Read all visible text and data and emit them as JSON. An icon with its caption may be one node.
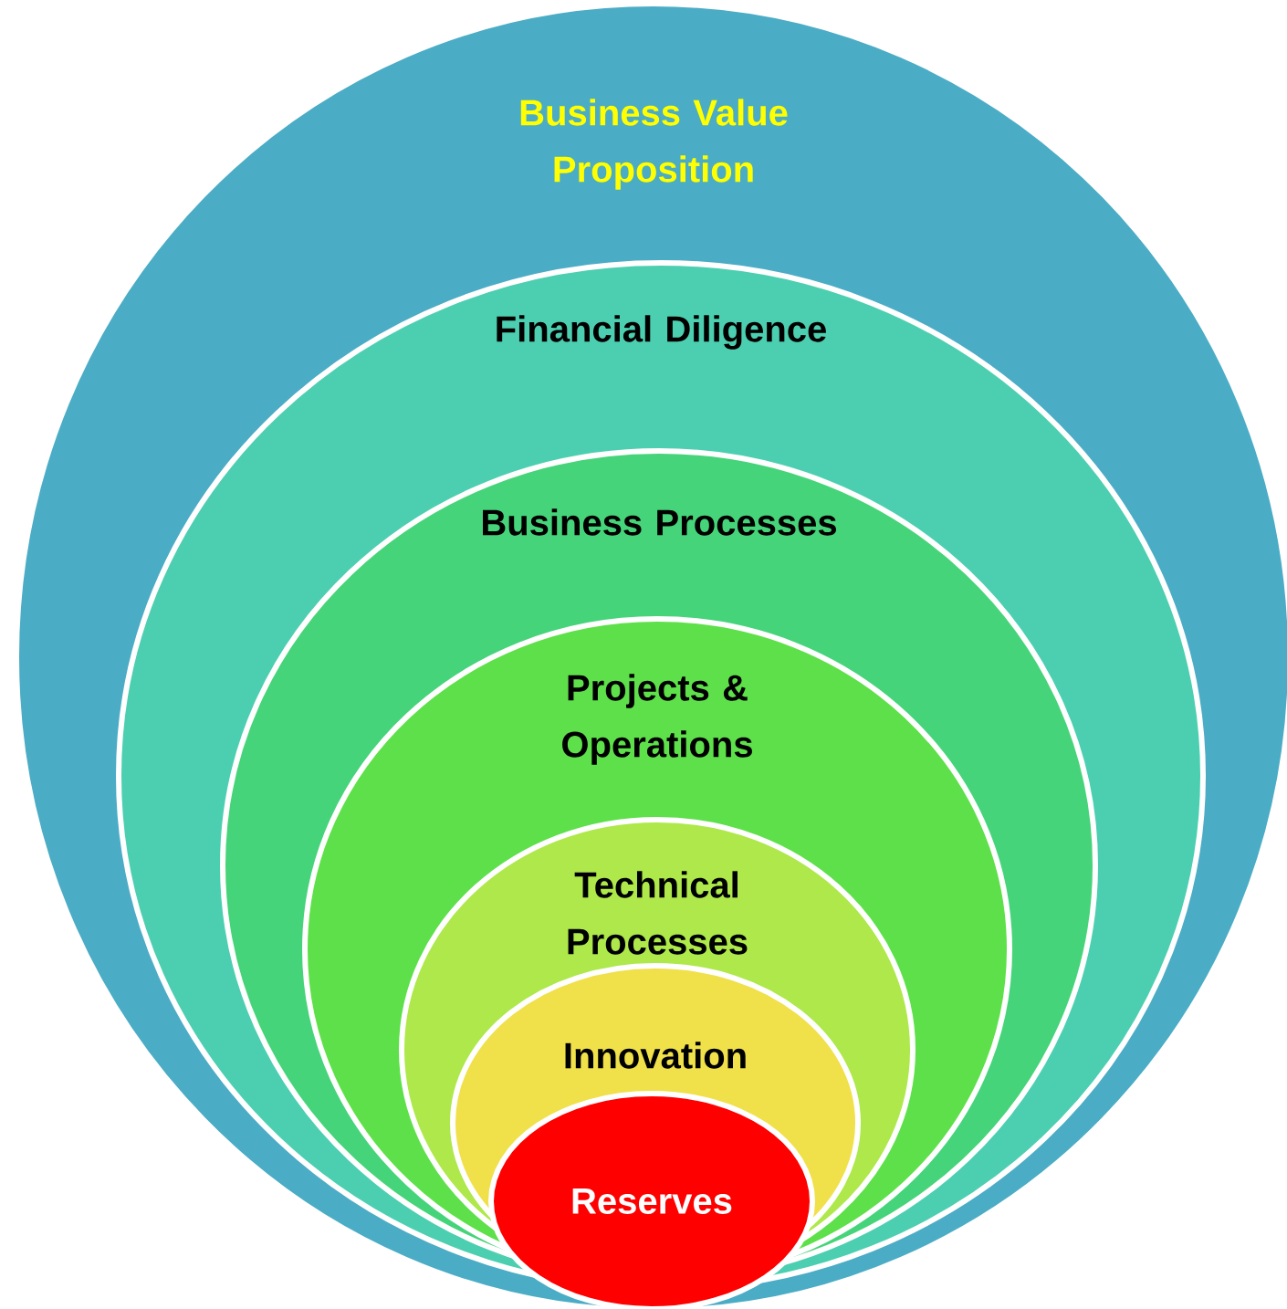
{
  "diagram": {
    "nodes": [
      {
        "text": [
          "Business Value Proposition"
        ]
      },
      {
        "text": [
          "Financial Diligence"
        ],
        "in": 0
      },
      {
        "text": [
          "Business Processes"
        ],
        "in": 1
      },
      {
        "text": [
          "Projects & Operations"
        ],
        "in": 2
      },
      {
        "text": [
          "Technical Processes"
        ],
        "in": 3
      },
      {
        "text": [
          "Innovation"
        ],
        "in": 4
      },
      {
        "text": [
          "Reserves"
        ],
        "in": 5
      }
    ]
  }
}
